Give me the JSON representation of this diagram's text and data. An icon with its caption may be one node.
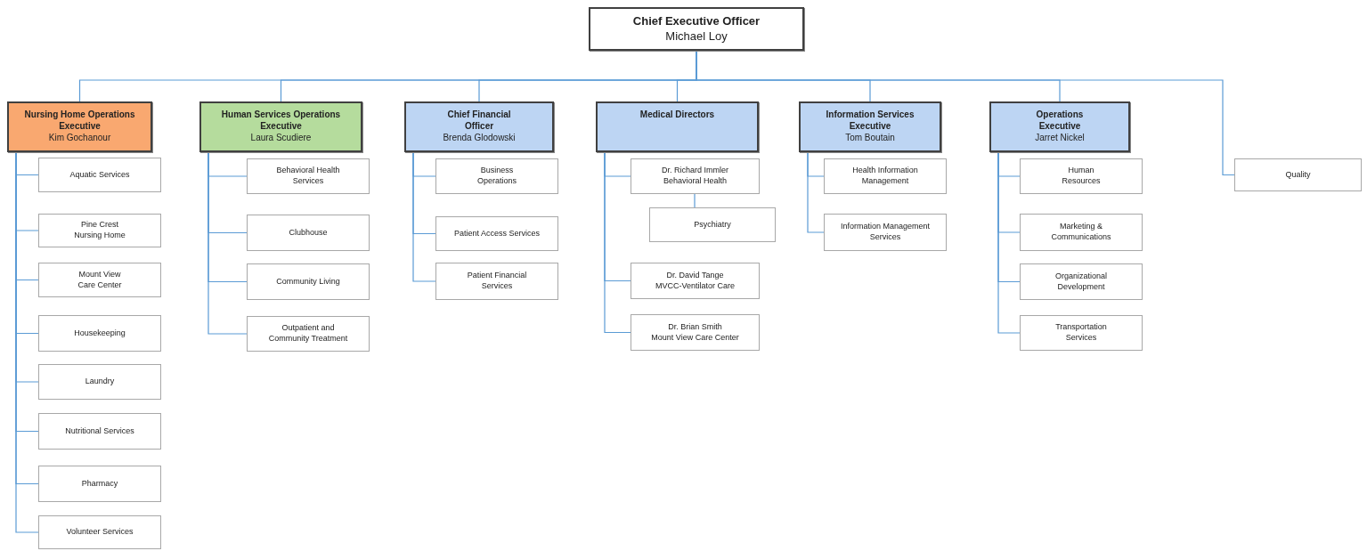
{
  "diagram": {
    "nodes": [
      {
        "text": [
          "Chief Executive Officer",
          "Michael Loy"
        ]
      },
      {
        "text": [
          "Nursing Home Operations Executive",
          "Kim Gochanour"
        ]
      },
      {
        "text": [
          "Human Services Operations Executive",
          "Laura Scudiere"
        ]
      },
      {
        "text": [
          "Chief Financial Officer",
          "Brenda Glodowski"
        ]
      },
      {
        "text": [
          "Medical Directors"
        ]
      },
      {
        "text": [
          "Information Services Executive",
          "Tom Boutain"
        ]
      },
      {
        "text": [
          "Operations Executive",
          "Jarret Nickel"
        ]
      },
      {
        "text": [
          "Quality"
        ]
      },
      {
        "text": [
          "Aquatic Services"
        ]
      },
      {
        "text": [
          "Pine Crest Nursing Home"
        ]
      },
      {
        "text": [
          "Mount View Care Center"
        ]
      },
      {
        "text": [
          "Housekeeping"
        ]
      },
      {
        "text": [
          "Laundry"
        ]
      },
      {
        "text": [
          "Nutritional Services"
        ]
      },
      {
        "text": [
          "Pharmacy"
        ]
      },
      {
        "text": [
          "Volunteer Services"
        ]
      },
      {
        "text": [
          "Behavioral Health Services"
        ]
      },
      {
        "text": [
          "Clubhouse"
        ]
      },
      {
        "text": [
          "Community Living"
        ]
      },
      {
        "text": [
          "Outpatient and Community Treatment"
        ]
      },
      {
        "text": [
          "Business Operations"
        ]
      },
      {
        "text": [
          "Patient Access Services"
        ]
      },
      {
        "text": [
          "Patient Financial Services"
        ]
      },
      {
        "text": [
          "Dr. Richard Immler",
          "Behavioral Health"
        ]
      },
      {
        "text": [
          "Psychiatry"
        ]
      },
      {
        "text": [
          "Dr. David Tange",
          "MVCC-Ventilator Care"
        ]
      },
      {
        "text": [
          "Dr. Brian Smith",
          "Mount View Care Center"
        ]
      },
      {
        "text": [
          "Health Information Management"
        ]
      },
      {
        "text": [
          "Information Management Services"
        ]
      },
      {
        "text": [
          "Human Resources"
        ]
      },
      {
        "text": [
          "Marketing & Communications"
        ]
      },
      {
        "text": [
          "Organizational Development"
        ]
      },
      {
        "text": [
          "Transportation Services"
        ]
      }
    ],
    "edges": [
      {
        "from": 0,
        "to": 1,
        "arrow": "none"
      },
      {
        "from": 0,
        "to": 2,
        "arrow": "none"
      },
      {
        "from": 0,
        "to": 3,
        "arrow": "none"
      },
      {
        "from": 0,
        "to": 4,
        "arrow": "none"
      },
      {
        "from": 0,
        "to": 5,
        "arrow": "none"
      },
      {
        "from": 0,
        "to": 6,
        "arrow": "none"
      },
      {
        "from": 0,
        "to": 7,
        "arrow": "none"
      },
      {
        "from": 1,
        "to": 8,
        "arrow": "none"
      },
      {
        "from": 1,
        "to": 9,
        "arrow": "none"
      },
      {
        "from": 1,
        "to": 10,
        "arrow": "none"
      },
      {
        "from": 1,
        "to": 11,
        "arrow": "none"
      },
      {
        "from": 1,
        "to": 12,
        "arrow": "none"
      },
      {
        "from": 1,
        "to": 13,
        "arrow": "none"
      },
      {
        "from": 1,
        "to": 14,
        "arrow": "none"
      },
      {
        "from": 1,
        "to": 15,
        "arrow": "none"
      },
      {
        "from": 2,
        "to": 16,
        "arrow": "none"
      },
      {
        "from": 2,
        "to": 17,
        "arrow": "none"
      },
      {
        "from": 2,
        "to": 18,
        "arrow": "none"
      },
      {
        "from": 2,
        "to": 19,
        "arrow": "none"
      },
      {
        "from": 3,
        "to": 20,
        "arrow": "none"
      },
      {
        "from": 3,
        "to": 21,
        "arrow": "none"
      },
      {
        "from": 3,
        "to": 22,
        "arrow": "none"
      },
      {
        "from": 4,
        "to": 23,
        "arrow": "none"
      },
      {
        "from": 23,
        "to": 24,
        "arrow": "none"
      },
      {
        "from": 4,
        "to": 25,
        "arrow": "none"
      },
      {
        "from": 4,
        "to": 26,
        "arrow": "none"
      },
      {
        "from": 5,
        "to": 27,
        "arrow": "none"
      },
      {
        "from": 5,
        "to": 28,
        "arrow": "none"
      },
      {
        "from": 6,
        "to": 29,
        "arrow": "none"
      },
      {
        "from": 6,
        "to": 30,
        "arrow": "none"
      },
      {
        "from": 6,
        "to": 31,
        "arrow": "none"
      },
      {
        "from": 6,
        "to": 32,
        "arrow": "none"
      }
    ]
  }
}
